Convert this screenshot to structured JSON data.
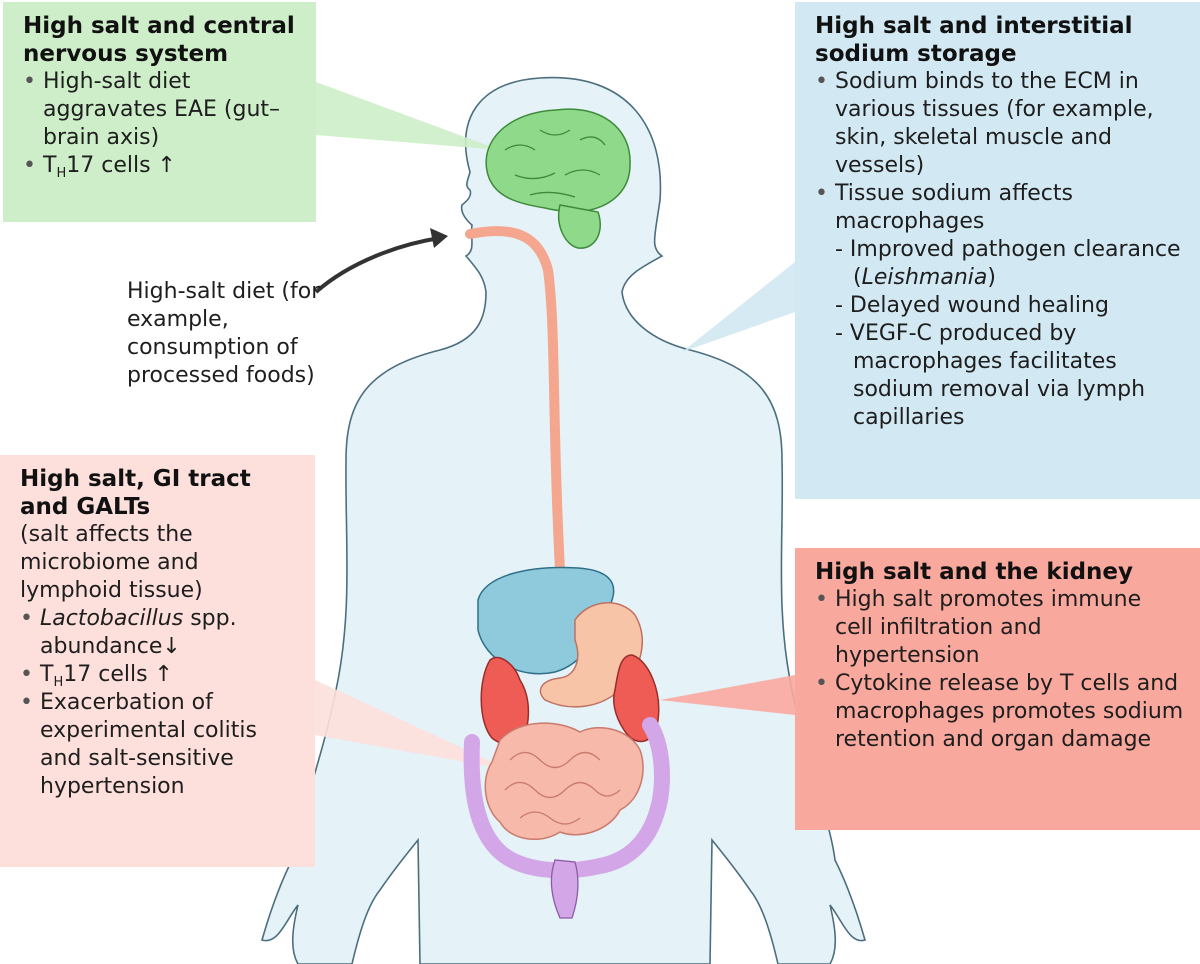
{
  "cns": {
    "title": "High salt and central nervous system",
    "bullet1": "High-salt diet aggravates EAE (gut–brain axis)",
    "th_prefix": "T",
    "th_sub": "H",
    "th_suffix": "17 cells",
    "up_arrow": "↑"
  },
  "sodium": {
    "title": "High salt and interstitial sodium storage",
    "bullet1": "Sodium binds to the ECM in various tissues (for example, skin, skeletal muscle and vessels)",
    "bullet2": "Tissue sodium affects macrophages",
    "sub1_prefix": "- Improved pathogen clearance (",
    "sub1_italic": "Leishmania",
    "sub1_suffix": ")",
    "sub2": "- Delayed wound healing",
    "sub3": "- VEGF-C produced by macrophages facilitates sodium removal via lymph capillaries"
  },
  "diet": {
    "caption": "High-salt diet (for example, consumption of processed foods)"
  },
  "gi": {
    "title": "High salt, GI tract and GALTs",
    "intro": "(salt affects the microbiome and lymphoid tissue)",
    "b1_italic": "Lactobacillus",
    "b1_suffix": " spp. abundance",
    "down_arrow": "↓",
    "th_prefix": "T",
    "th_sub": "H",
    "th_suffix": "17 cells",
    "up_arrow": "↑",
    "b3": "Exacerbation of experimental colitis and salt-sensitive hypertension"
  },
  "kidney": {
    "title": "High salt and the kidney",
    "bullet1": "High salt promotes immune cell infiltration and hypertension",
    "bullet2": "Cytokine release by T cells and macrophages promotes sodium retention and organ damage"
  },
  "colors": {
    "cns_box": "#cdeec8",
    "sodium_box": "#d2e8f3",
    "gi_box": "#fde0dc",
    "kidney_box": "#f9a89e",
    "body_fill": "#e5f2f8",
    "brain": "#8fd98a",
    "oesophagus": "#f4a78e",
    "liver": "#8fc9dc",
    "kidney_organ": "#ef5b55",
    "intestine": "#f7b9a9",
    "colon": "#d3a6e8"
  }
}
